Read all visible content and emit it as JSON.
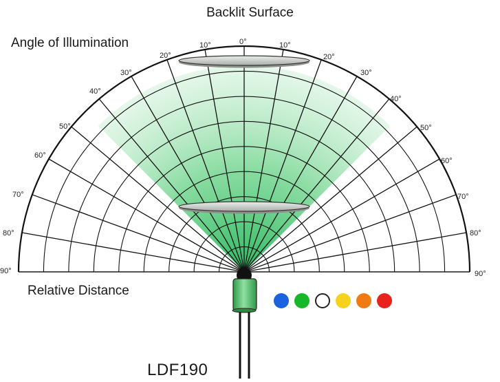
{
  "labels": {
    "top_title": "Backlit Surface",
    "angle_title": "Angle of Illumination",
    "distance_title": "Relative Distance",
    "model": "LDF190"
  },
  "degree_labels": {
    "left": [
      "90°",
      "80°",
      "70°",
      "60°",
      "50°",
      "40°",
      "30°",
      "20°",
      "10°"
    ],
    "center": "0°",
    "right": [
      "10°",
      "20°",
      "30°",
      "40°",
      "50°",
      "60°",
      "70°",
      "80°",
      "90°"
    ]
  },
  "color_options": [
    {
      "name": "blue",
      "color": "#1a62e0"
    },
    {
      "name": "green",
      "color": "#16b82a"
    },
    {
      "name": "white",
      "color": "#ffffff"
    },
    {
      "name": "yellow",
      "color": "#f5d21c"
    },
    {
      "name": "orange",
      "color": "#f07a14"
    },
    {
      "name": "red",
      "color": "#e8221c"
    }
  ],
  "colors": {
    "beam": "#3fc46a",
    "lens_fill": "#cfd3cf",
    "led_body": "#4fbf6a",
    "grid": "#111111"
  }
}
